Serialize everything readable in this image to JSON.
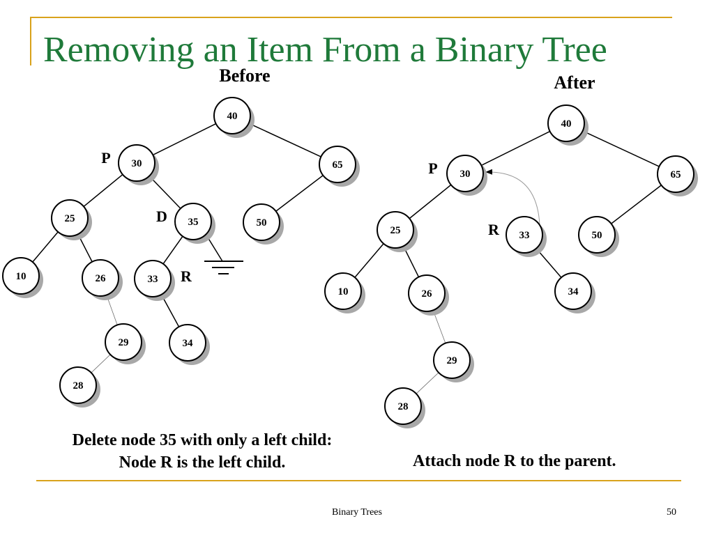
{
  "slide": {
    "title": "Removing an Item From a Binary Tree",
    "caption_left": [
      "Delete node 35 with only a left child:",
      "Node R is the left child."
    ],
    "caption_right": "Attach node R to the parent.",
    "footer": "Binary Trees",
    "page_number": "50",
    "colors": {
      "title": "#1f7a3a",
      "rule": "#d9a21b",
      "shadow": "#a8a8a8"
    }
  },
  "before": {
    "heading": "Before",
    "nodes": {
      "n40": {
        "value": "40"
      },
      "n30": {
        "value": "30",
        "tag": "P"
      },
      "n65": {
        "value": "65"
      },
      "n25": {
        "value": "25"
      },
      "n35": {
        "value": "35",
        "tag": "D"
      },
      "n50": {
        "value": "50"
      },
      "n10": {
        "value": "10"
      },
      "n26": {
        "value": "26"
      },
      "n33": {
        "value": "33",
        "tag": "R"
      },
      "n29": {
        "value": "29"
      },
      "n34": {
        "value": "34"
      },
      "n28": {
        "value": "28"
      }
    },
    "edges": [
      [
        "n40",
        "n30"
      ],
      [
        "n40",
        "n65"
      ],
      [
        "n30",
        "n25"
      ],
      [
        "n30",
        "n35"
      ],
      [
        "n65",
        "n50"
      ],
      [
        "n25",
        "n10"
      ],
      [
        "n25",
        "n26"
      ],
      [
        "n35",
        "n33"
      ],
      [
        "n33",
        "n34"
      ]
    ],
    "thin_edges": [
      [
        "n26",
        "n29"
      ],
      [
        "n29",
        "n28"
      ]
    ],
    "null_child_of": "n35"
  },
  "after": {
    "heading": "After",
    "nodes": {
      "n40": {
        "value": "40"
      },
      "n30": {
        "value": "30",
        "tag": "P"
      },
      "n65": {
        "value": "65"
      },
      "n25": {
        "value": "25"
      },
      "n33": {
        "value": "33",
        "tag": "R"
      },
      "n50": {
        "value": "50"
      },
      "n10": {
        "value": "10"
      },
      "n26": {
        "value": "26"
      },
      "n34": {
        "value": "34"
      },
      "n29": {
        "value": "29"
      },
      "n28": {
        "value": "28"
      }
    },
    "edges": [
      [
        "n40",
        "n30"
      ],
      [
        "n40",
        "n65"
      ],
      [
        "n30",
        "n25"
      ],
      [
        "n65",
        "n50"
      ],
      [
        "n25",
        "n10"
      ],
      [
        "n25",
        "n26"
      ],
      [
        "n33",
        "n34"
      ]
    ],
    "thin_edges": [
      [
        "n26",
        "n29"
      ],
      [
        "n29",
        "n28"
      ]
    ],
    "attach_arrow": [
      "n33",
      "n30"
    ]
  }
}
